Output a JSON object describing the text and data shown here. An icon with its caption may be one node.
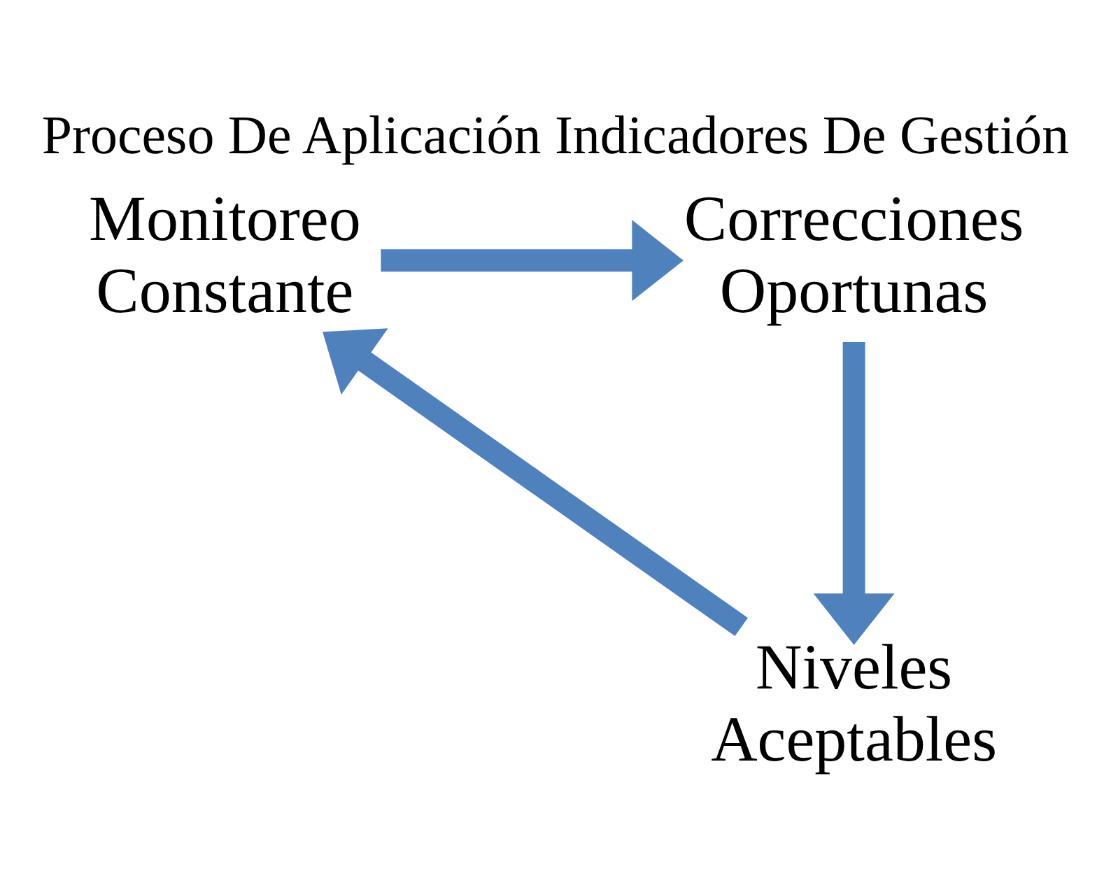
{
  "diagram": {
    "title": "Proceso De Aplicación Indicadores De Gestión",
    "nodes": [
      {
        "text": [
          "Monitoreo Constante"
        ]
      },
      {
        "text": [
          "Correcciones Oportunas"
        ]
      },
      {
        "text": [
          "Niveles Aceptables"
        ]
      }
    ],
    "edges": [
      {
        "from": 0,
        "to": 1,
        "arrow": "to"
      },
      {
        "from": 1,
        "to": 2,
        "arrow": "to"
      },
      {
        "from": 2,
        "to": 0,
        "arrow": "to"
      }
    ]
  }
}
